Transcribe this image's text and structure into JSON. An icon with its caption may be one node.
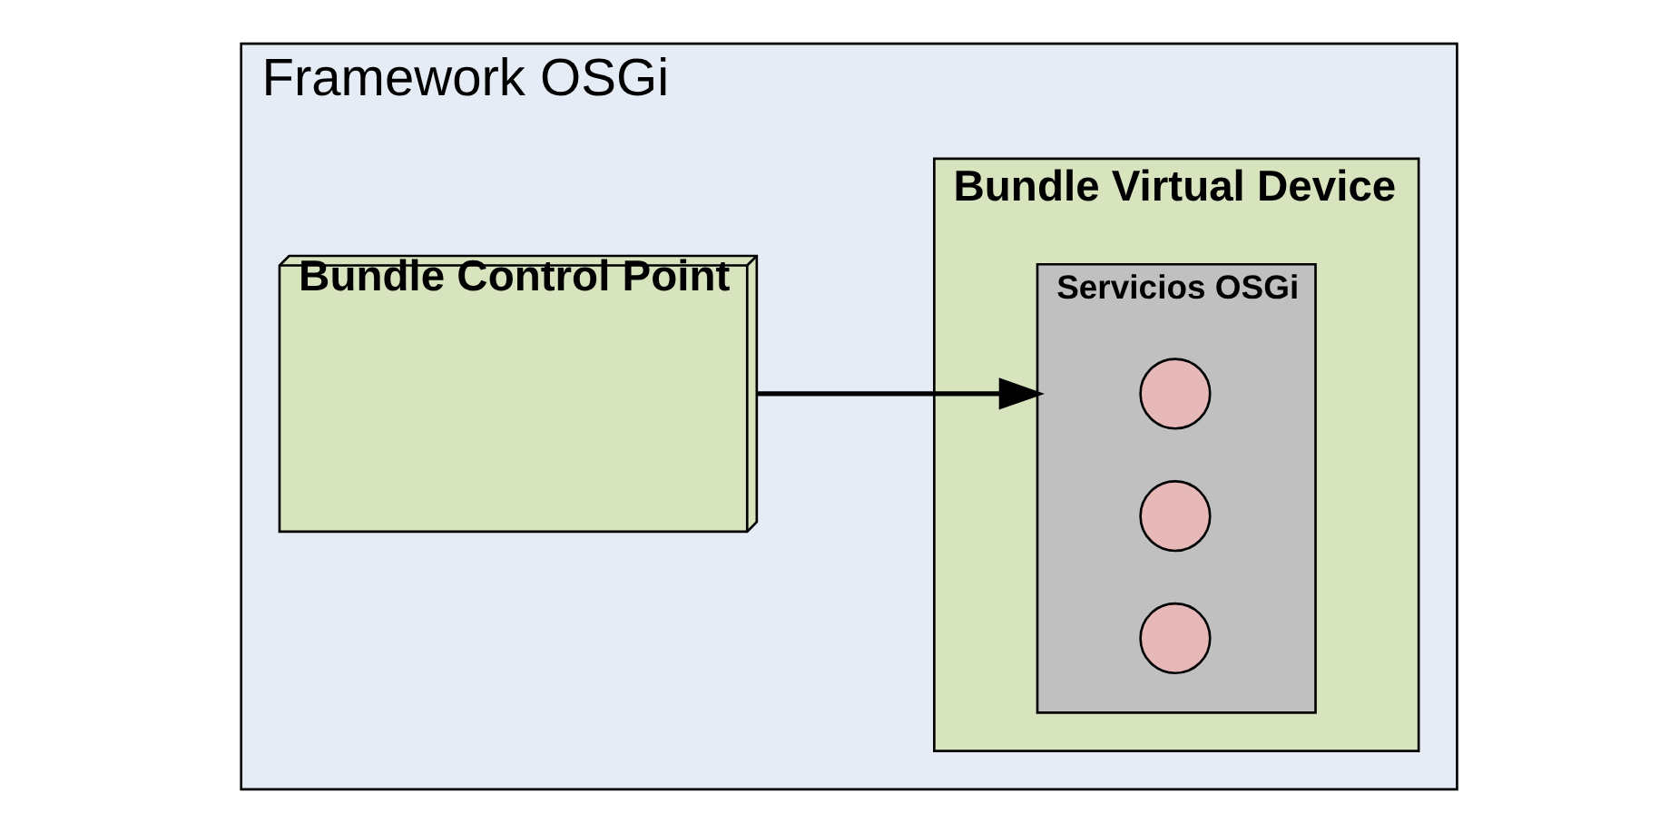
{
  "diagram": {
    "nodes": [
      {
        "text": [
          "Framework OSGi"
        ]
      },
      {
        "text": [
          "Bundle Control Point"
        ],
        "in": 0
      },
      {
        "text": [
          "Bundle Virtual Device"
        ],
        "in": 0
      },
      {
        "text": [
          "Servicios OSGi"
        ],
        "in": 2
      },
      {
        "text": [],
        "shape": "circle",
        "in": 3
      },
      {
        "text": [],
        "shape": "circle",
        "in": 3
      },
      {
        "text": [],
        "shape": "circle",
        "in": 3
      }
    ],
    "edges": [
      {
        "from": 1,
        "to": 3,
        "arrow": "to"
      }
    ]
  }
}
